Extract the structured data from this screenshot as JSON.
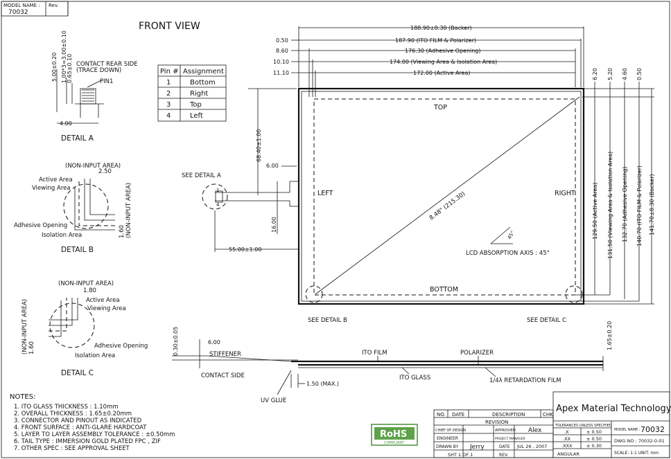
{
  "header": {
    "model_name_label": "MODEL NAME :",
    "model_name": "70032",
    "rev_label": "Rev."
  },
  "view_title": "FRONT VIEW",
  "pin_table": {
    "headers": [
      "Pin #",
      "Assignment"
    ],
    "rows": [
      [
        "1",
        "Bottom"
      ],
      [
        "2",
        "Right"
      ],
      [
        "3",
        "Top"
      ],
      [
        "4",
        "Left"
      ]
    ]
  },
  "detail_a": {
    "caption": "DETAIL  A",
    "contact_note_1": "CONTACT REAR SIDE",
    "contact_note_2": "(TRACE DOWN)",
    "pin1": "PIN1",
    "dims": [
      "5.00±0.20",
      "1.00*3=3.00±0.10",
      "0.65±0.10",
      "4.00"
    ]
  },
  "detail_b": {
    "caption": "DETAIL  B",
    "labels": [
      "(NON-INPUT AREA)",
      "2.50",
      "Active Area",
      "Viewing Area",
      "Adhesive Opening",
      "Isolation Area",
      "1.60",
      "(NON-INPUT AREA)"
    ]
  },
  "detail_c": {
    "caption": "DETAIL  C",
    "labels": [
      "(NON-INPUT AREA)",
      "1.80",
      "Active Area",
      "Viewing Area",
      "Adhesive Opening",
      "Isolation Area",
      "1.60",
      "(NON-INPUT AREA)"
    ]
  },
  "front_view": {
    "top_dims": [
      {
        "offset": "0.50",
        "label": "188.90±0.30 (Backer)"
      },
      {
        "offset": "",
        "label": "187.90 (ITO FILM & Polarizer)"
      },
      {
        "offset": "8.60",
        "label": "176.30 (Adhesive Opening)"
      },
      {
        "offset": "10.10",
        "label": "174.00 (Viewing Area & Isolation Area)"
      },
      {
        "offset": "11.10",
        "label": "172.00 (Active Area)"
      }
    ],
    "right_offsets": [
      "6.20",
      "5.20",
      "4.60",
      "0.50"
    ],
    "right_dims": [
      "129.50 (Active Area)",
      "131.50 (Viewing Area & Isolation Area)",
      "132.70 (Adhesive Opening)",
      "140.70 (ITO FILM & Polarizer)",
      "141.70±0.30 (Backer)"
    ],
    "left_dims": [
      "68.40±1.00",
      "6.00",
      "16.00",
      "55.00±1.00"
    ],
    "see_detail_a": "SEE DETAIL A",
    "see_detail_b": "SEE DETAIL B",
    "see_detail_c": "SEE DETAIL C",
    "edge_top": "TOP",
    "edge_bottom": "BOTTOM",
    "edge_left": "LEFT",
    "edge_right": "RIGHT",
    "diagonal": "8.48\" (215.30)",
    "lcd_axis": "LCD ABSORPTION AXIS : 45°",
    "angle": "45°",
    "pin_1": "1",
    "pin_4": "4"
  },
  "side_view": {
    "dims": [
      "0.30±0.05",
      "6.00",
      "1.50 (MAX.)",
      "1.65±0.20"
    ],
    "labels": [
      "STIFFENER",
      "CONTACT SIDE",
      "ITO FILM",
      "POLARIZER",
      "ITO GLASS",
      "1/4λ RETARDATION FILM",
      "UV GLUE"
    ]
  },
  "notes": {
    "heading": "NOTES:",
    "items": [
      "1. ITO GLASS THICKNESS : 1.10mm",
      "2. OVERALL THICKNESS : 1.65±0.20mm",
      "3. CONNECTOR AND PINOUT AS INDICATED",
      "4. FRONT SURFACE : ANTI-GLARE HARDCOAT",
      "5. LAYER TO LAYER ASSEMBLY TOLERANCE : ±0.50mm",
      "6. TAIL TYPE : IMMERSION GOLD PLATED FPC , ZIF",
      "7. OTHER SPEC : SEE APPROVAL SHEET"
    ]
  },
  "rohs": {
    "text": "RoHS",
    "sub": "COMPLIANT"
  },
  "title_block": {
    "company": "Apex Material Technology Corp.",
    "rev_headers": [
      "NO.",
      "DATE",
      "DESCRIPTION",
      "CHK"
    ],
    "revision": "REVISION",
    "chief_label": "CHIEF OF DESIGN",
    "approved_label": "APPROVED",
    "approved_by": "Alex",
    "engineer_label": "ENGINEER",
    "pm_label": "PROJECT MANAGER",
    "drawn_label": "DRAWN BY",
    "drawn_by": "Jerry",
    "date_label": "DATE",
    "date": "JUL 26 , 2007",
    "sht": "SHT  1  OF  1",
    "rev": "REV.",
    "tolerances_label": "TOLERANCES UNLESS SPECIFIED",
    "tolerances": [
      [
        ".X",
        "± 0.50"
      ],
      [
        ".XX",
        "± 0.50"
      ],
      [
        ".XXX",
        "± 0.30"
      ]
    ],
    "angular": "ANGULAR",
    "model_label": "MODEL NAME :",
    "model": "70032",
    "dwg_label": "DWG NO : 70032-0-01",
    "scale": "SCALE:  1:1     UNIT:  mm"
  }
}
